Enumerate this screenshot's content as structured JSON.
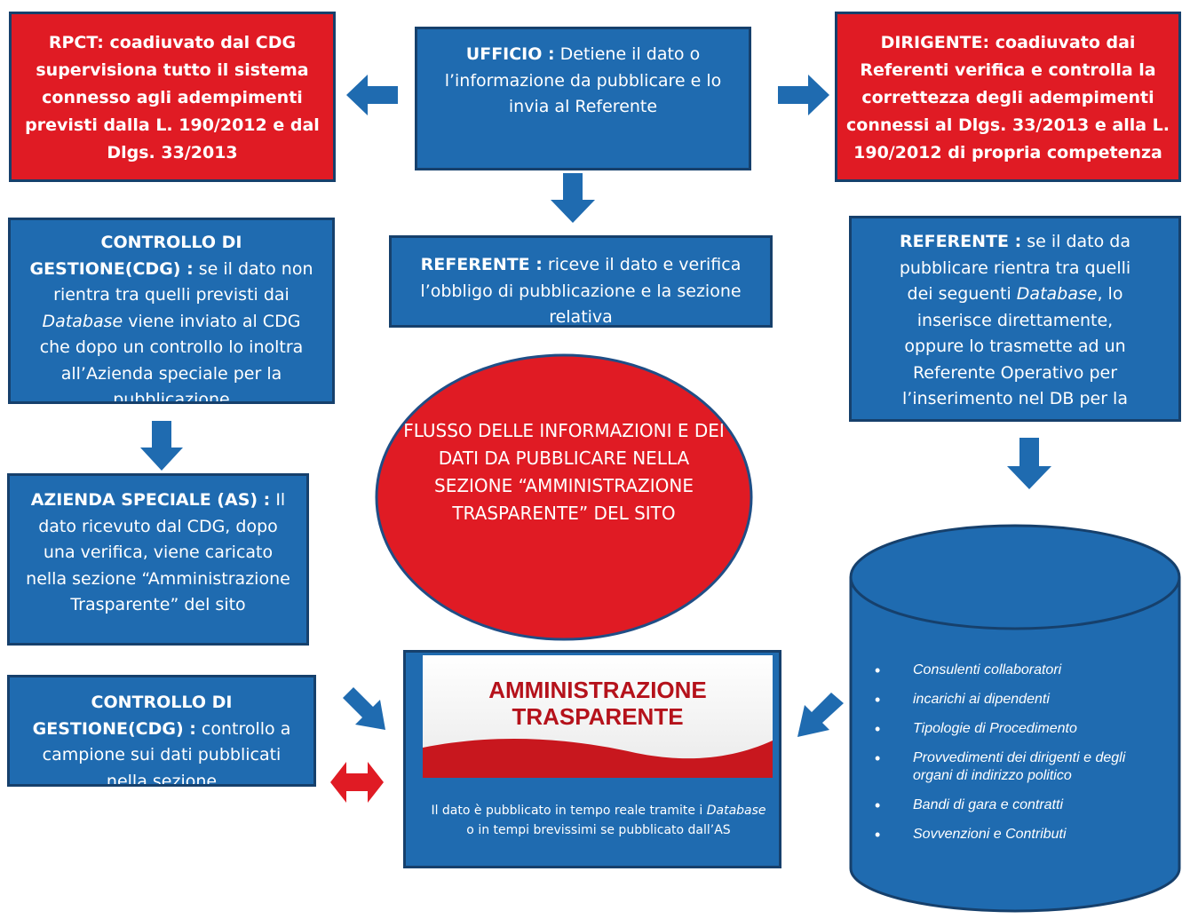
{
  "rpct": {
    "label": "RPCT: coadiuvato dal CDG supervisiona tutto il sistema connesso agli adempimenti previsti dalla L. 190/2012 e dal Dlgs. 33/2013"
  },
  "ufficio": {
    "title": "UFFICIO :",
    "text": " Detiene il dato o l’informazione da pubblicare e lo invia al Referente"
  },
  "dirigente": {
    "label": "DIRIGENTE: coadiuvato dai Referenti verifica e controlla la correttezza degli adempimenti connessi al Dlgs. 33/2013 e alla L. 190/2012 di propria competenza"
  },
  "cdg_top": {
    "title": "CONTROLLO DI GESTIONE(CDG) :",
    "text_a": " se il dato non rientra tra quelli previsti dai ",
    "text_em": "Database",
    "text_b": " viene inviato al CDG che dopo un controllo lo inoltra all’Azienda speciale per la pubblicazione"
  },
  "referente_center": {
    "title": "REFERENTE :",
    "text": " riceve il dato e verifica l’obbligo di pubblicazione e la sezione relativa"
  },
  "referente_right": {
    "title": "REFERENTE :",
    "text_a": " se il dato da pubblicare rientra tra quelli dei seguenti ",
    "text_em": "Database",
    "text_b": ", lo inserisce direttamente, oppure lo trasmette ad un Referente Operativo per l’inserimento nel DB per la"
  },
  "azienda": {
    "title": "AZIENDA SPECIALE (AS) :",
    "text": " Il dato ricevuto dal CDG, dopo una verifica, viene caricato nella sezione “Amministrazione Trasparente” del sito"
  },
  "cdg_bottom": {
    "title": "CONTROLLO DI GESTIONE(CDG) :",
    "text": " controllo a campione sui dati pubblicati nella sezione"
  },
  "flusso": {
    "text": "FLUSSO DELLE INFORMAZIONI E DEI DATI DA PUBBLICARE NELLA SEZIONE “AMMINISTRAZIONE TRASPARENTE” DEL SITO"
  },
  "at_box": {
    "banner_line1": "AMMINISTRAZIONE",
    "banner_line2": "TRASPARENTE",
    "caption_a": "Il dato è pubblicato in tempo reale tramite i ",
    "caption_em": "Database",
    "caption_b": " o in tempi brevissimi se pubblicato dall’AS"
  },
  "database": {
    "items": [
      "Consulenti collaboratori",
      "incarichi ai dipendenti",
      "Tipologie di Procedimento",
      "Provvedimenti dei dirigenti e degli organi di indirizzo politico",
      "Bandi di gara e contratti",
      "Sovvenzioni e Contributi"
    ]
  },
  "colors": {
    "blue": "#1f6bb0",
    "border": "#16406c",
    "red": "#e01b24"
  }
}
